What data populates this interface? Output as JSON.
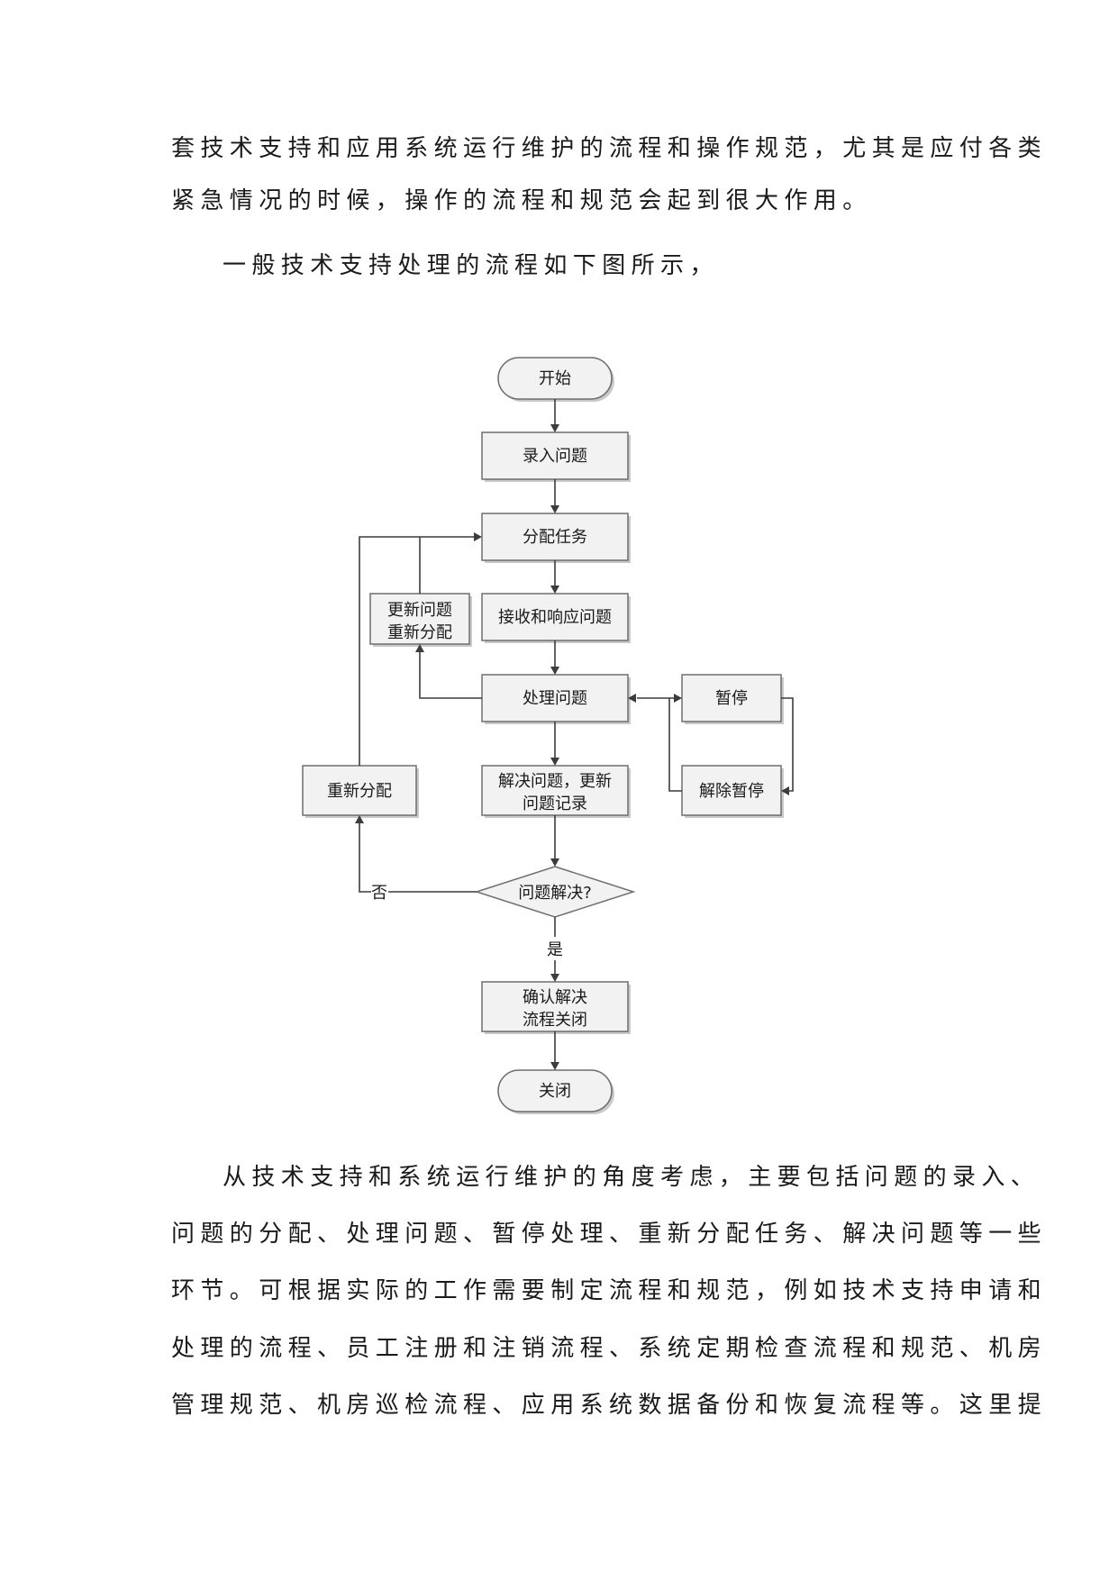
{
  "paragraphs": {
    "p1_line1": "套技术支持和应用系统运行维护的流程和操作规范，尤其是应付各类",
    "p1_line2": "紧急情况的时候，操作的流程和规范会起到很大作用。",
    "p2_line1": "一般技术支持处理的流程如下图所示，",
    "p3_line1": "从技术支持和系统运行维护的角度考虑，主要包括问题的录入、",
    "p3_line2": "问题的分配、处理问题、暂停处理、重新分配任务、解决问题等一些",
    "p3_line3": "环节。可根据实际的工作需要制定流程和规范，例如技术支持申请和",
    "p3_line4": "处理的流程、员工注册和注销流程、系统定期检查流程和规范、机房",
    "p3_line5": "管理规范、机房巡检流程、应用系统数据备份和恢复流程等。这里提"
  },
  "flowchart": {
    "start": "开始",
    "enter": "录入问题",
    "assign": "分配任务",
    "receive": "接收和响应问题",
    "update_line1": "更新问题",
    "update_line2": "重新分配",
    "process": "处理问题",
    "pause": "暂停",
    "resolve_line1": "解决问题，更新",
    "resolve_line2": "问题记录",
    "reassign": "重新分配",
    "unpause": "解除暂停",
    "decision": "问题解决?",
    "no": "否",
    "yes": "是",
    "confirm_line1": "确认解决",
    "confirm_line2": "流程关闭",
    "end": "关闭"
  }
}
